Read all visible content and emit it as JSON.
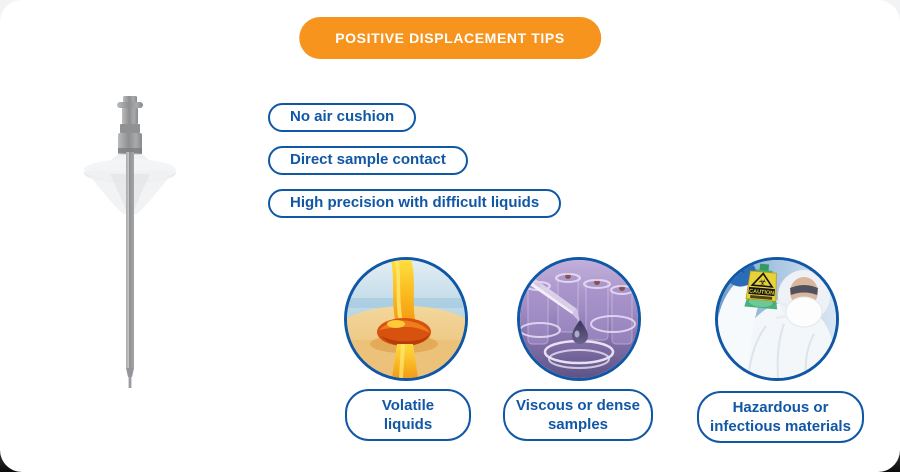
{
  "header": {
    "badge_label": "POSITIVE DISPLACEMENT TIPS"
  },
  "colors": {
    "accent_orange": "#F7941D",
    "brand_blue": "#1057A5",
    "card_background": "#FFFFFF"
  },
  "tip_image": {
    "icon": "positive-displacement-tip-image"
  },
  "features": [
    "No air cushion",
    "Direct sample contact",
    "High precision with difficult liquids"
  ],
  "applications": [
    {
      "image": "pouring-viscous-honey-photo",
      "label": "Volatile\nliquids"
    },
    {
      "image": "pipette-droplet-glassware-photo",
      "label": "Viscous or dense\nsamples"
    },
    {
      "image": "scientist-protective-suit-photo",
      "label": "Hazardous or\ninfectious materials"
    }
  ],
  "hazard_label": {
    "caution_text": "CAUTION",
    "biohazard_symbol": "☣"
  }
}
